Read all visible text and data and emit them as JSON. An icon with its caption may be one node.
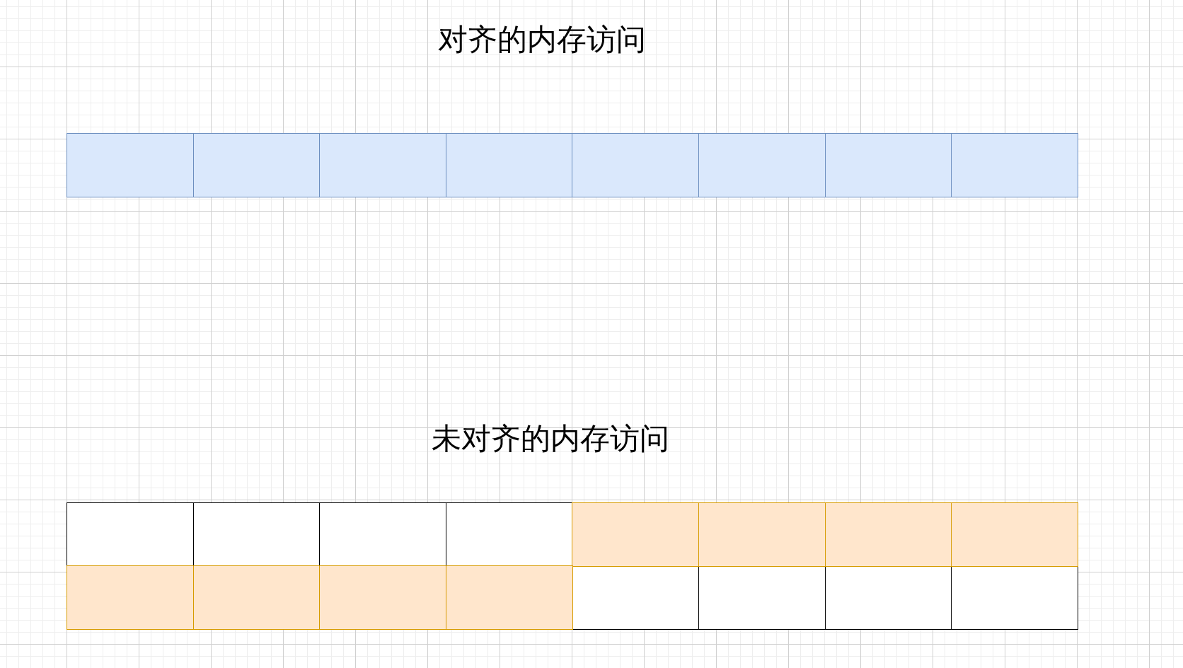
{
  "diagram": {
    "nodes": [
      {
        "text": [],
        "shape": "box"
      },
      {
        "text": [],
        "shape": "box"
      },
      {
        "text": [],
        "shape": "box"
      },
      {
        "text": [],
        "shape": "box"
      },
      {
        "text": [],
        "shape": "box"
      },
      {
        "text": [],
        "shape": "box"
      },
      {
        "text": [],
        "shape": "box"
      },
      {
        "text": [],
        "shape": "box"
      },
      {
        "text": [],
        "shape": "box"
      },
      {
        "text": [],
        "shape": "box"
      },
      {
        "text": [],
        "shape": "box"
      },
      {
        "text": [],
        "shape": "box"
      },
      {
        "text": [],
        "shape": "box"
      },
      {
        "text": [],
        "shape": "box"
      },
      {
        "text": [],
        "shape": "box"
      },
      {
        "text": [],
        "shape": "box"
      },
      {
        "text": [],
        "shape": "box"
      },
      {
        "text": [],
        "shape": "box"
      },
      {
        "text": [],
        "shape": "box"
      },
      {
        "text": [],
        "shape": "box"
      },
      {
        "text": [],
        "shape": "box"
      },
      {
        "text": [],
        "shape": "box"
      },
      {
        "text": [],
        "shape": "box"
      },
      {
        "text": [],
        "shape": "box"
      }
    ],
    "labels": [
      "对齐的内存访问",
      "未对齐的内存访问"
    ]
  }
}
